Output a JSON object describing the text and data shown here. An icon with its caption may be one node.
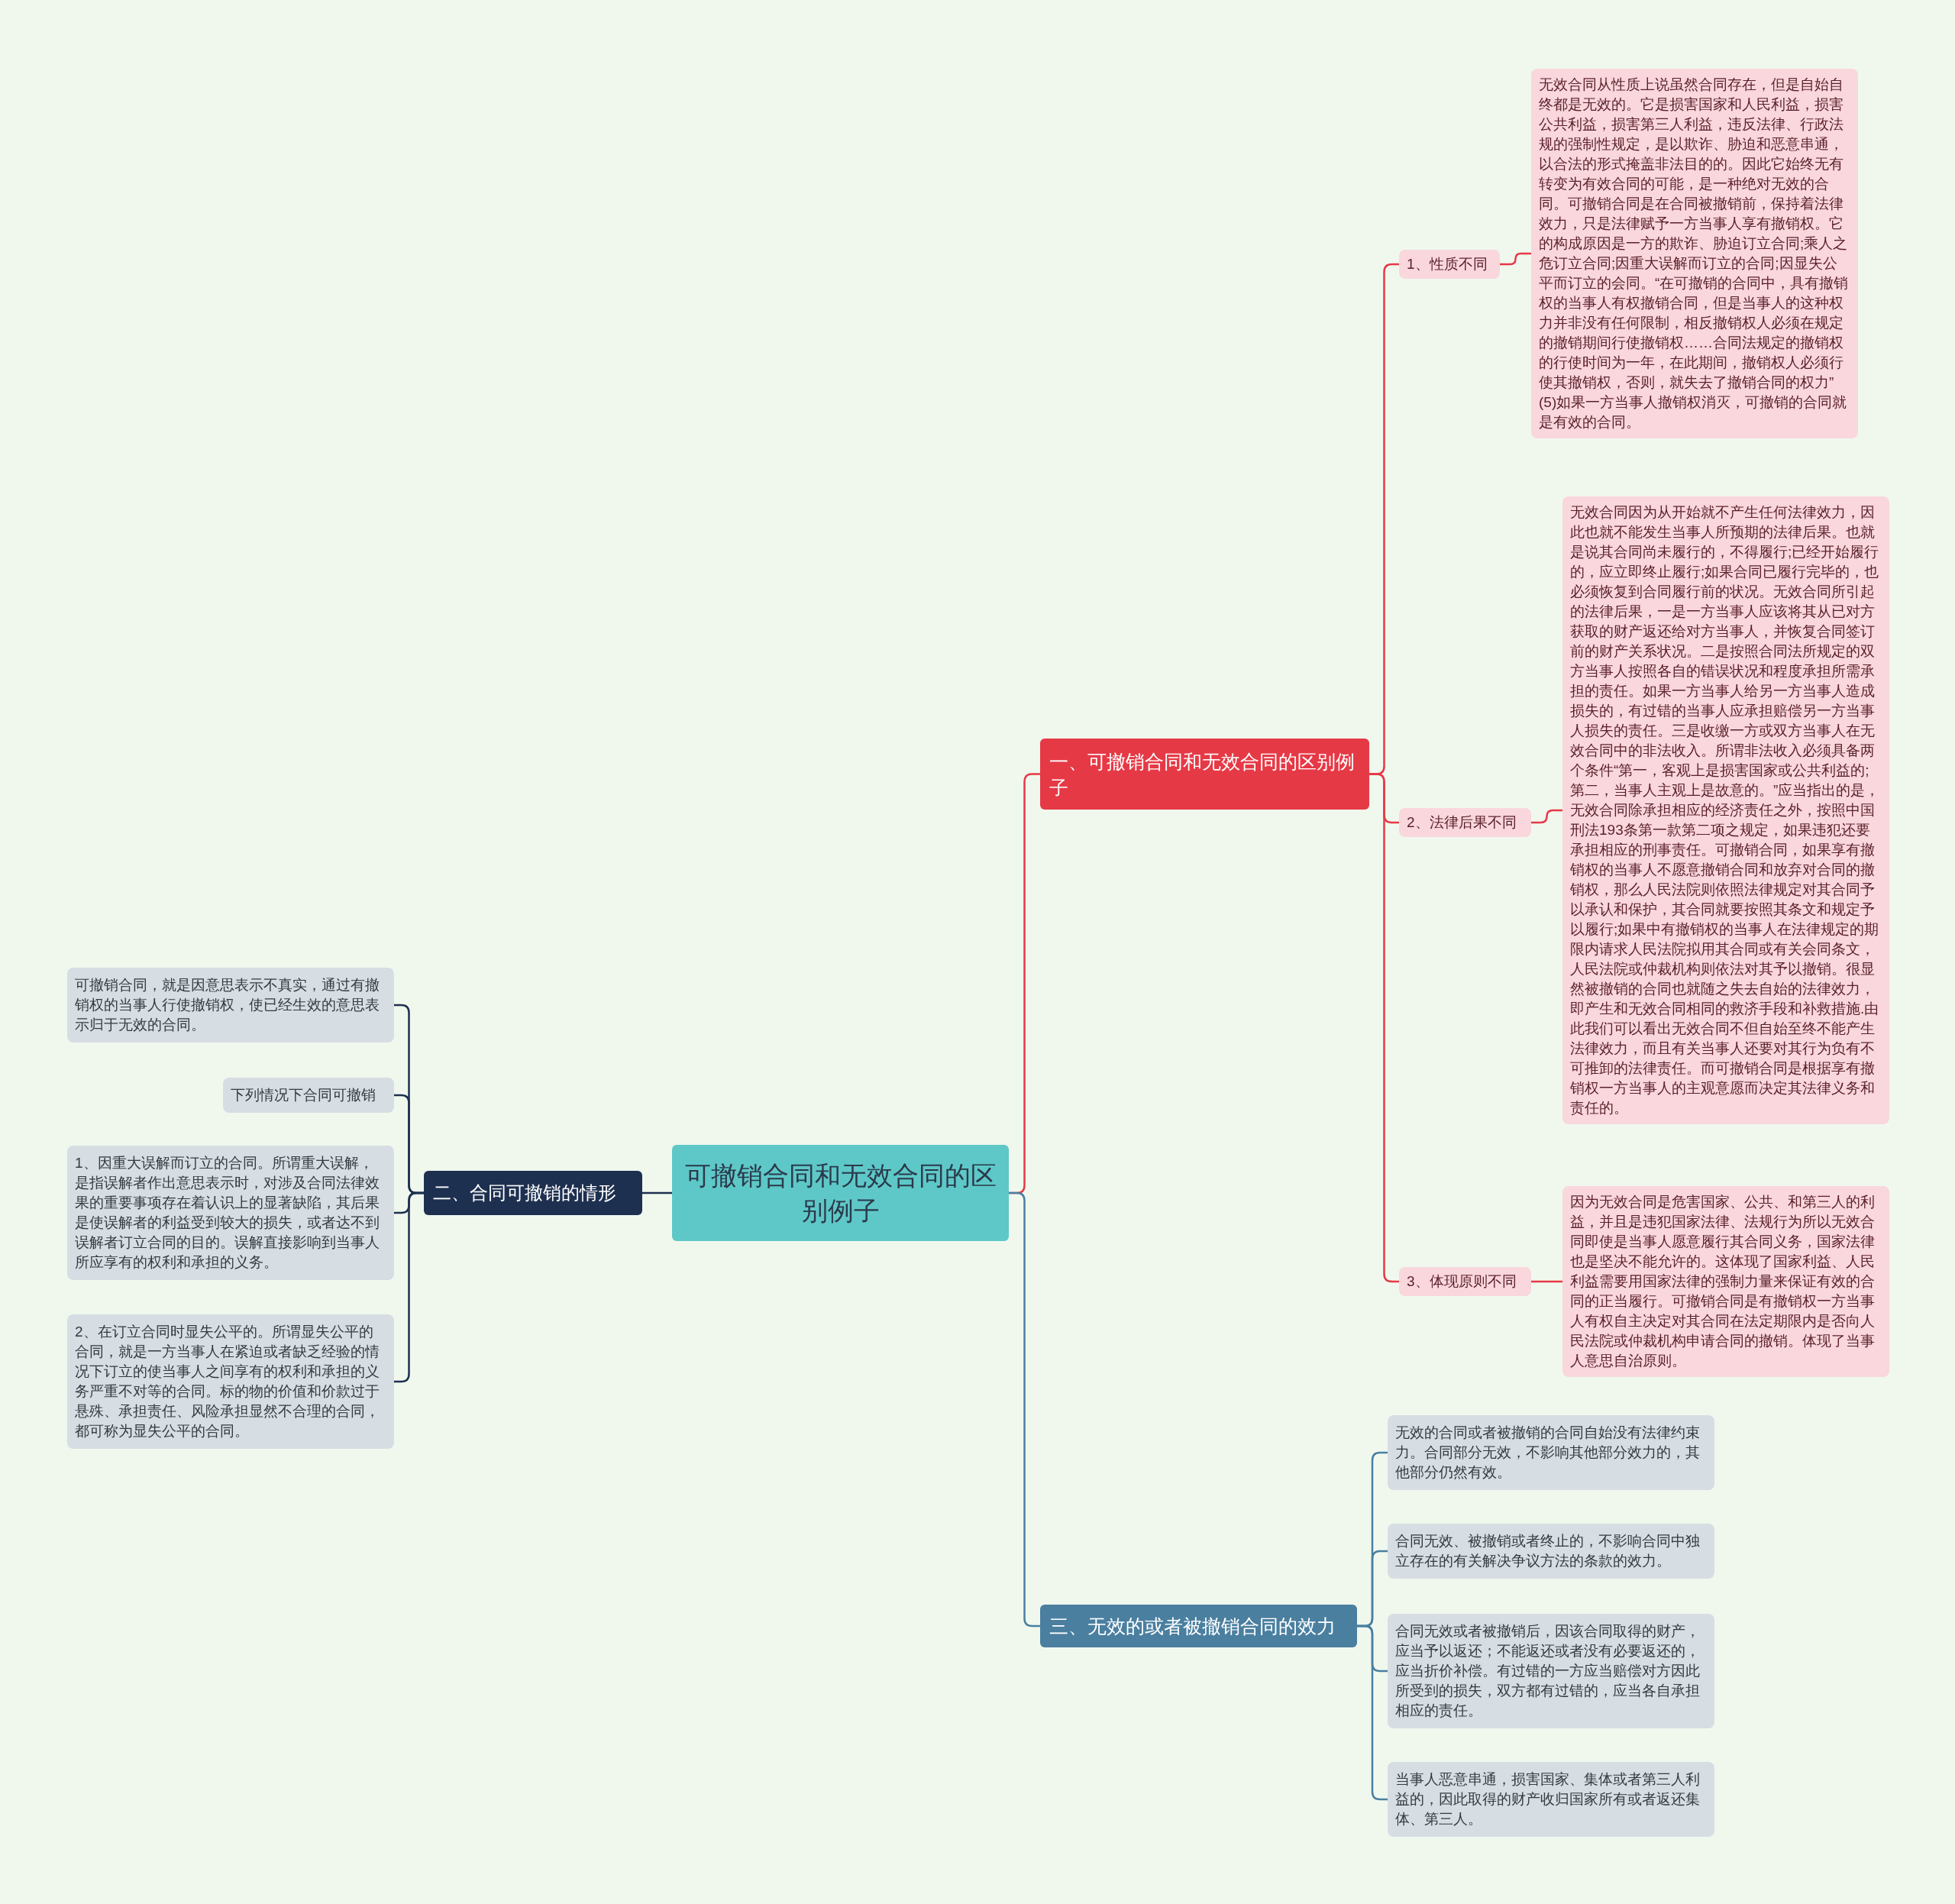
{
  "diagram": {
    "nodes": [
      {
        "text": [
          "可撤销合同和无效合同的区别例子"
        ]
      },
      {
        "text": [
          "一、可撤销合同和无效合同的区别例子"
        ]
      },
      {
        "text": [
          "1、性质不同"
        ]
      },
      {
        "text": [
          "无效合同从性质上说虽然合同存在，但是自始自终都是无效的。它是损害国家和人民利益，损害公共利益，损害第三人利益，违反法律、行政法规的强制性规定，是以欺诈、胁迫和恶意串通，以合法的形式掩盖非法目的的。因此它始终无有转变为有效合同的可能，是一种绝对无效的合同。可撤销合同是在合同被撤销前，保持着法律效力，只是法律赋予一方当事人享有撤销权。它的构成原因是一方的欺诈、胁迫订立合同;乘人之危订立合同;因重大误解而订立的合同;因显失公平而订立的会同。“在可撤销的合同中，具有撤销权的当事人有权撤销合同，但是当事人的这种权力并非没有任何限制，相反撤销权人必须在规定的撤销期间行使撤销权……合同法规定的撤销权的行使时间为一年，在此期间，撤销权人必须行使其撤销权，否则，就失去了撤销合同的权力” (5)如果一方当事人撤销权消灭，可撤销的合同就是有效的合同。"
        ]
      },
      {
        "text": [
          "2、法律后果不同"
        ]
      },
      {
        "text": [
          "无效合同因为从开始就不产生任何法律效力，因此也就不能发生当事人所预期的法律后果。也就是说其合同尚未履行的，不得履行;已经开始履行的，应立即终止履行;如果合同已履行完毕的，也必须恢复到合同履行前的状况。无效合同所引起的法律后果，一是一方当事人应该将其从已对方获取的财产返还给对方当事人，并恢复合同签订前的财产关系状况。二是按照合同法所规定的双方当事人按照各自的错误状况和程度承担所需承担的责任。如果一方当事人给另一方当事人造成损失的，有过错的当事人应承担赔偿另一方当事人损失的责任。三是收缴一方或双方当事人在无效合同中的非法收入。所谓非法收入必须具备两个条件“第一，客观上是损害国家或公共利益的;第二，当事人主观上是故意的。”应当指出的是，无效合同除承担相应的经济责任之外，按照中国刑法193条第一款第二项之规定，如果违犯还要承担相应的刑事责任。可撤销合同，如果享有撤销权的当事人不愿意撤销合同和放弃对合同的撤销权，那么人民法院则依照法律规定对其合同予以承认和保护，其合同就要按照其条文和规定予以履行;如果中有撤销权的当事人在法律规定的期限内请求人民法院拟用其合同或有关会同条文，人民法院或仲裁机构则依法对其予以撤销。很显然被撤销的合同也就随之失去自始的法律效力，即产生和无效合同相同的救济手段和补救措施.由此我们可以看出无效合同不但自始至终不能产生法律效力，而且有关当事人还要对其行为负有不可推卸的法律责任。而可撤销合同是根据享有撤销权一方当事人的主观意愿而决定其法律义务和责任的。"
        ]
      },
      {
        "text": [
          "3、体现原则不同"
        ]
      },
      {
        "text": [
          "因为无效合同是危害国家、公共、和第三人的利益，并且是违犯国家法律、法规行为所以无效合同即使是当事人愿意履行其合同义务，国家法律也是坚决不能允许的。这体现了国家利益、人民利益需要用国家法律的强制力量来保证有效的合同的正当履行。可撤销合同是有撤销权一方当事人有权自主决定对其合同在法定期限内是否向人民法院或仲裁机构申请合同的撤销。体现了当事人意思自治原则。"
        ]
      },
      {
        "text": [
          "二、合同可撤销的情形"
        ]
      },
      {
        "text": [
          "可撤销合同，就是因意思表示不真实，通过有撤销权的当事人行使撤销权，使已经生效的意思表示归于无效的合同。"
        ]
      },
      {
        "text": [
          "下列情况下合同可撤销"
        ]
      },
      {
        "text": [
          "1、因重大误解而订立的合同。所谓重大误解，是指误解者作出意思表示时，对涉及合同法律效果的重要事项存在着认识上的显著缺陷，其后果是使误解者的利益受到较大的损失，或者达不到误解者订立合同的目的。误解直接影响到当事人所应享有的权利和承担的义务。"
        ]
      },
      {
        "text": [
          "2、在订立合同时显失公平的。所谓显失公平的合同，就是一方当事人在紧迫或者缺乏经验的情况下订立的使当事人之间享有的权利和承担的义务严重不对等的合同。标的物的价值和价款过于悬殊、承担责任、风险承担显然不合理的合同，都可称为显失公平的合同。"
        ]
      },
      {
        "text": [
          "三、无效的或者被撤销合同的效力"
        ]
      },
      {
        "text": [
          "无效的合同或者被撤销的合同自始没有法律约束力。合同部分无效，不影响其他部分效力的，其他部分仍然有效。"
        ]
      },
      {
        "text": [
          "合同无效、被撤销或者终止的，不影响合同中独立存在的有关解决争议方法的条款的效力。"
        ]
      },
      {
        "text": [
          "合同无效或者被撤销后，因该合同取得的财产，应当予以返还；不能返还或者没有必要返还的，应当折价补偿。有过错的一方应当赔偿对方因此所受到的损失，双方都有过错的，应当各自承担相应的责任。"
        ]
      },
      {
        "text": [
          "当事人恶意串通，损害国家、集体或者第三人利益的，因此取得的财产收归国家所有或者返还集体、第三人。"
        ]
      }
    ],
    "edges": [
      {
        "from": 0,
        "to": 1,
        "arrow": "none"
      },
      {
        "from": 1,
        "to": 2,
        "arrow": "none"
      },
      {
        "from": 2,
        "to": 3,
        "arrow": "none"
      },
      {
        "from": 1,
        "to": 4,
        "arrow": "none"
      },
      {
        "from": 4,
        "to": 5,
        "arrow": "none"
      },
      {
        "from": 1,
        "to": 6,
        "arrow": "none"
      },
      {
        "from": 6,
        "to": 7,
        "arrow": "none"
      },
      {
        "from": 0,
        "to": 8,
        "arrow": "none",
        "color": "#1e3050"
      },
      {
        "from": 8,
        "to": 9,
        "arrow": "none",
        "color": "#1e3050"
      },
      {
        "from": 8,
        "to": 10,
        "arrow": "none",
        "color": "#1e3050"
      },
      {
        "from": 8,
        "to": 11,
        "arrow": "none",
        "color": "#1e3050"
      },
      {
        "from": 8,
        "to": 12,
        "arrow": "none",
        "color": "#1e3050"
      },
      {
        "from": 0,
        "to": 13,
        "arrow": "none",
        "color": "#4a7fa0"
      },
      {
        "from": 13,
        "to": 14,
        "arrow": "none",
        "color": "#4a7fa0"
      },
      {
        "from": 13,
        "to": 15,
        "arrow": "none",
        "color": "#4a7fa0"
      },
      {
        "from": 13,
        "to": 16,
        "arrow": "none",
        "color": "#4a7fa0"
      },
      {
        "from": 13,
        "to": 17,
        "arrow": "none",
        "color": "#4a7fa0"
      }
    ]
  }
}
